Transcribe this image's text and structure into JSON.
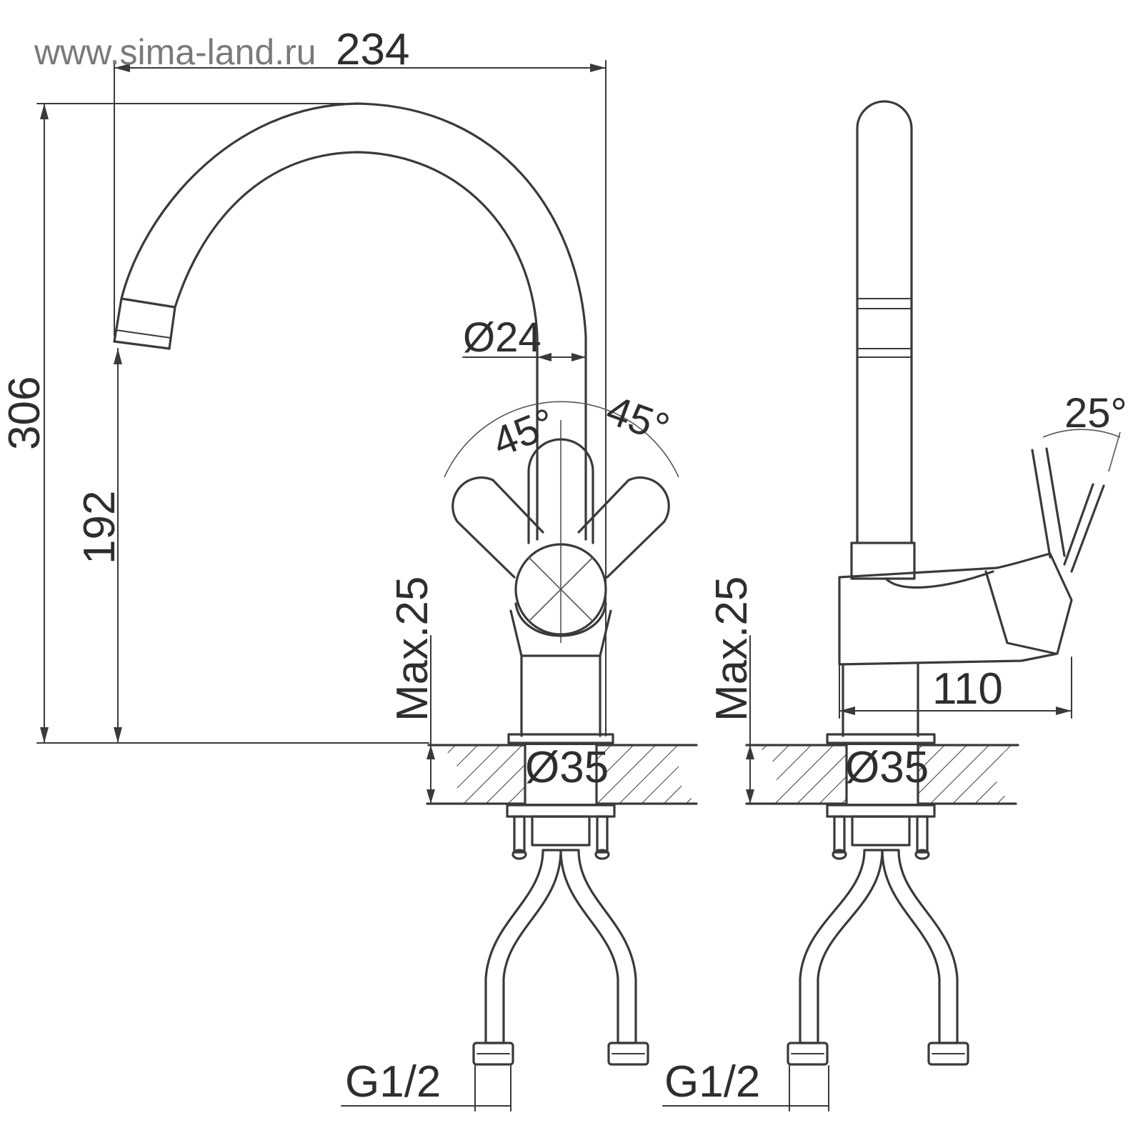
{
  "watermark": "www.sima-land.ru",
  "front_view": {
    "width": "234",
    "height": "306",
    "spout_height": "192",
    "spout_diameter": "Ø24",
    "handle_angle_left": "45°",
    "handle_angle_right": "45°",
    "max_thickness": "Max.25",
    "hole_diameter": "Ø35",
    "thread": "G1/2"
  },
  "side_view": {
    "handle_angle": "25°",
    "reach": "110",
    "max_thickness": "Max.25",
    "hole_diameter": "Ø35",
    "thread": "G1/2"
  }
}
